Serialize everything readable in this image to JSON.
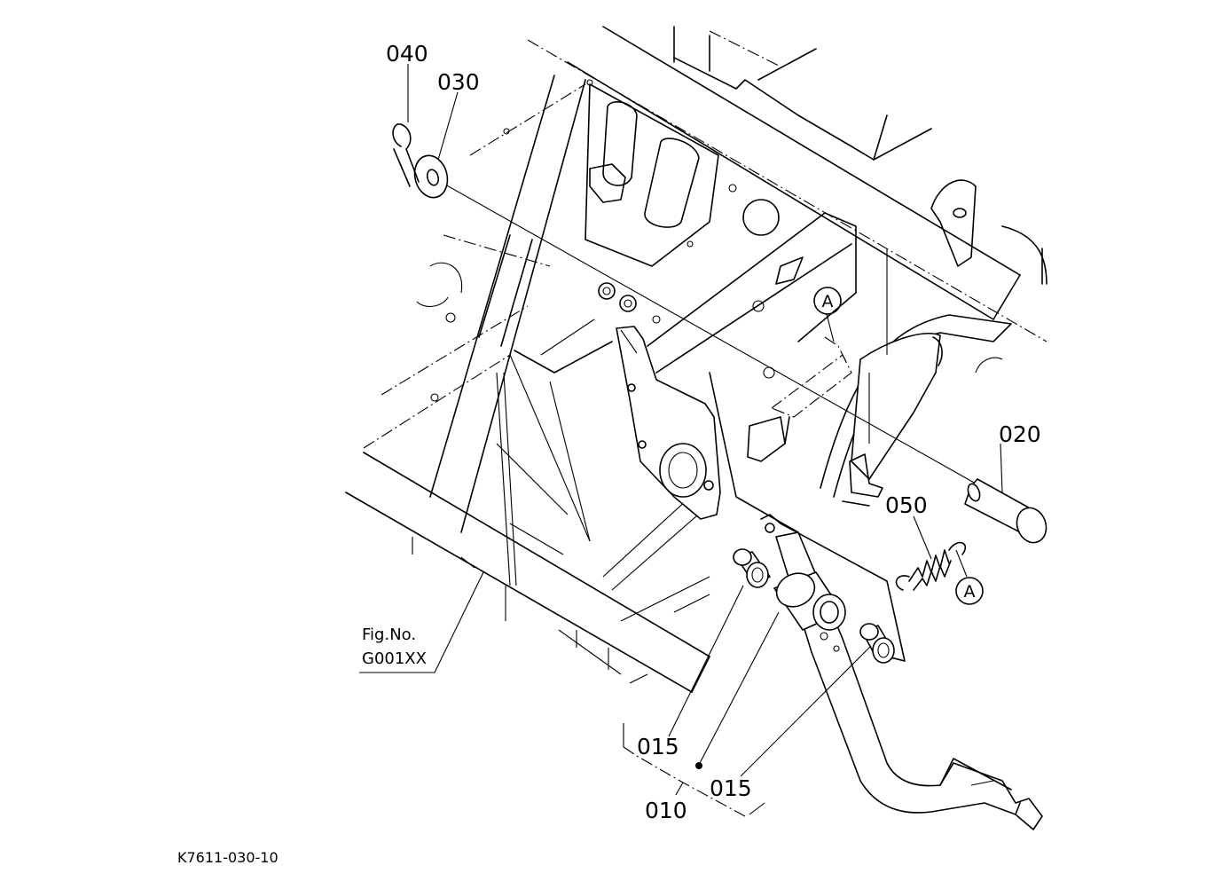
{
  "callouts": {
    "p040": "040",
    "p030": "030",
    "p020": "020",
    "p050": "050",
    "p015a": "015",
    "p015b": "015",
    "p010": "010"
  },
  "refs": {
    "a_upper": "A",
    "a_lower": "A"
  },
  "figure_note": {
    "line1": "Fig.No.",
    "line2": "G001XX"
  },
  "drawing_code": "K7611-030-10"
}
